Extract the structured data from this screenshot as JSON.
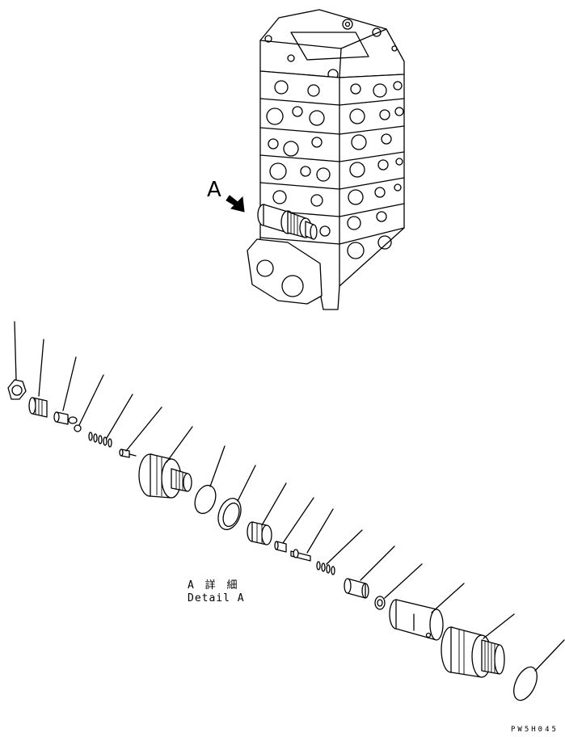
{
  "callout": {
    "letter": "A"
  },
  "detail_label": {
    "jp": "A 詳 細",
    "en": "Detail A"
  },
  "figure_code": "PW5H045",
  "exploded_parts": [
    {
      "name": "nut"
    },
    {
      "name": "adjust-screw"
    },
    {
      "name": "plug"
    },
    {
      "name": "ball"
    },
    {
      "name": "spring"
    },
    {
      "name": "poppet"
    },
    {
      "name": "valve-body"
    },
    {
      "name": "o-ring"
    },
    {
      "name": "backup-ring"
    },
    {
      "name": "spring-seat"
    },
    {
      "name": "sleeve"
    },
    {
      "name": "pilot-poppet"
    },
    {
      "name": "spring-small"
    },
    {
      "name": "piston"
    },
    {
      "name": "washer"
    },
    {
      "name": "main-poppet"
    },
    {
      "name": "housing"
    },
    {
      "name": "o-ring-large"
    }
  ]
}
